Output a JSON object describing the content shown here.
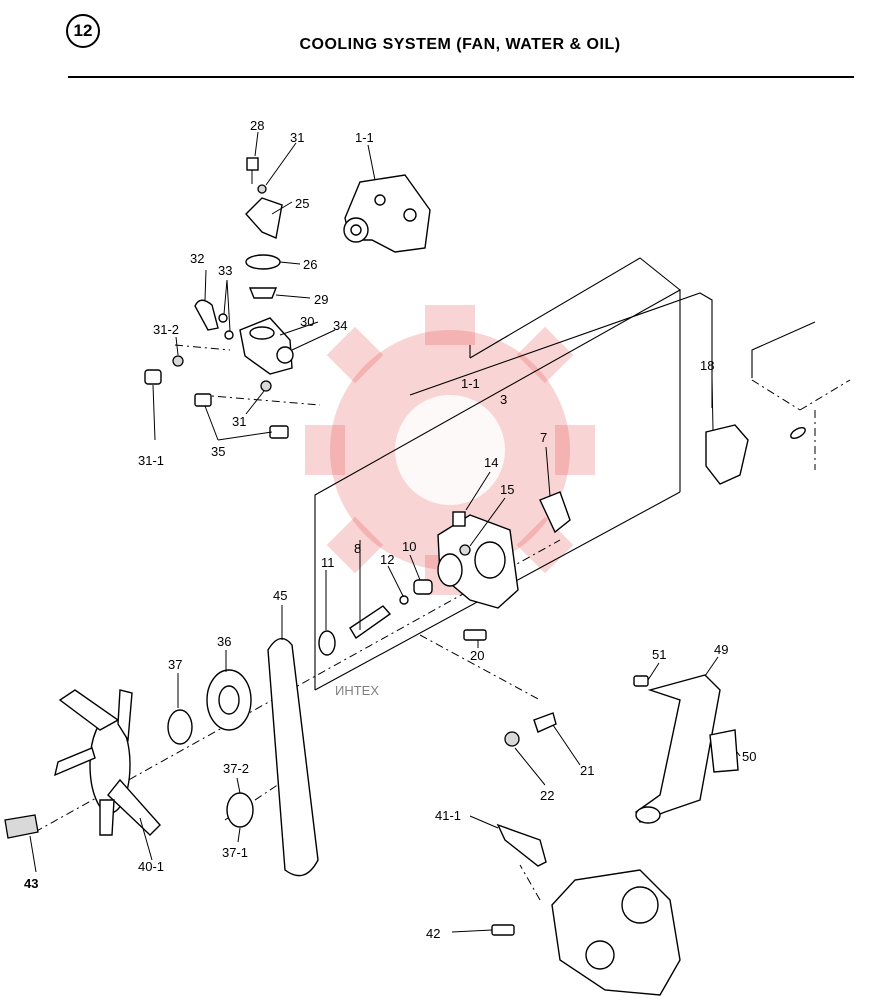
{
  "header": {
    "page_number": "12",
    "title": "COOLING SYSTEM (FAN, WATER & OIL)"
  },
  "watermark": {
    "text": "ИНТЕХ",
    "color": "#e23b3b"
  },
  "parts": {
    "p1_1_top": "1-1",
    "p28": "28",
    "p31_top": "31",
    "p25": "25",
    "p26": "26",
    "p32": "32",
    "p33": "33",
    "p29": "29",
    "p31_2": "31-2",
    "p30": "30",
    "p34": "34",
    "p31_1": "31-1",
    "p31_mid": "31",
    "p35": "35",
    "p18": "18",
    "p1_1_mid": "1-1",
    "p3": "3",
    "p7": "7",
    "p14": "14",
    "p15": "15",
    "p8": "8",
    "p12": "12",
    "p10": "10",
    "p11": "11",
    "p45": "45",
    "p36": "36",
    "p37": "37",
    "p20": "20",
    "p51": "51",
    "p49": "49",
    "p50": "50",
    "p21": "21",
    "p22": "22",
    "p37_2": "37-2",
    "p37_1": "37-1",
    "p40_1": "40-1",
    "p43": "43",
    "p41_1": "41-1",
    "p42": "42"
  }
}
